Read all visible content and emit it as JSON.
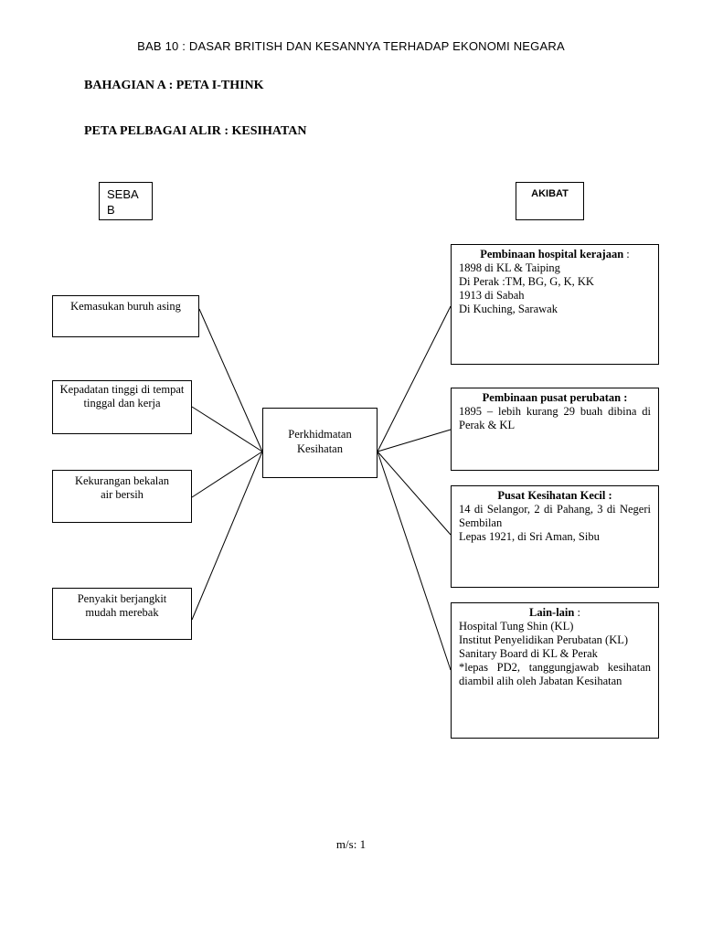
{
  "header": {
    "title": "BAB 10 : DASAR BRITISH DAN KESANNYA TERHADAP EKONOMI NEGARA",
    "section": "BAHAGIAN A : PETA I-THINK",
    "map_title": "PETA PELBAGAI ALIR : KESIHATAN"
  },
  "labels": {
    "cause": "SEBAB",
    "effect": "AKIBAT"
  },
  "center": {
    "text": "Perkhidmatan Kesihatan"
  },
  "causes": [
    {
      "text": "Kemasukan buruh asing"
    },
    {
      "text": "Kepadatan tinggi di tempat tinggal dan kerja"
    },
    {
      "text": "Kekurangan bekalan air bersih"
    },
    {
      "text": "Penyakit berjangkit mudah merebak"
    }
  ],
  "effects": [
    {
      "title": "Pembinaan hospital kerajaan",
      "suffix": " :",
      "lines": [
        "1898 di KL & Taiping",
        "Di Perak :TM, BG, G, K, KK",
        "1913 di Sabah",
        "Di Kuching, Sarawak"
      ]
    },
    {
      "title": "Pembinaan pusat perubatan :",
      "suffix": "",
      "lines": [
        "1895 – lebih kurang 29 buah dibina di Perak & KL"
      ]
    },
    {
      "title": "Pusat Kesihatan Kecil :",
      "suffix": "",
      "lines": [
        "14 di Selangor, 2 di Pahang, 3 di Negeri Sembilan",
        "Lepas 1921, di Sri Aman, Sibu"
      ]
    },
    {
      "title": "Lain-lain",
      "suffix": " :",
      "lines": [
        "Hospital Tung Shin (KL)",
        "Institut Penyelidikan Perubatan (KL)",
        "Sanitary Board di KL & Perak",
        "*lepas PD2, tanggungjawab kesihatan diambil alih oleh Jabatan Kesihatan"
      ]
    }
  ],
  "footer": {
    "page": "m/s: 1"
  }
}
